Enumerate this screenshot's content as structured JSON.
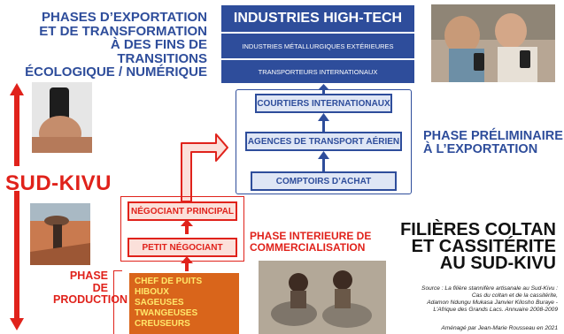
{
  "phase_export": {
    "title_lines": [
      "PHASES D’EXPORTATION",
      "ET DE TRANSFORMATION",
      "À DES FINS DE TRANSITIONS",
      "ÉCOLOGIQUE / NUMÉRIQUE"
    ],
    "top_box": "INDUSTRIES HIGH-TECH",
    "mid_box": "INDUSTRIES MÉTALLURGIQUES EXTÉRIEURES",
    "bottom_box": "TRANSPORTEURS INTERNATIONAUX"
  },
  "phase_preliminary": {
    "title_lines": [
      "PHASE PRÉLIMINAIRE",
      "À L’EXPORTATION"
    ],
    "boxes": [
      "COURTIERS INTERNATIONAUX",
      "AGENCES DE TRANSPORT AÉRIEN",
      "COMPTOIRS D’ACHAT"
    ]
  },
  "region_label": "SUD-KIVU",
  "phase_interior": {
    "title_lines": [
      "PHASE INTERIEURE DE",
      "COMMERCIALISATION"
    ],
    "boxes": [
      "NÉGOCIANT PRINCIPAL",
      "PETIT NÉGOCIANT"
    ]
  },
  "phase_production": {
    "title_lines": [
      "PHASE DE",
      "PRODUCTION"
    ],
    "actors": [
      "CHEF DE PUITS",
      "HIBOUX",
      "SAGEUSES",
      "TWANGEUSES",
      "CREUSEURS"
    ]
  },
  "main_title_lines": [
    "FILIÈRES COLTAN",
    "ET CASSITÉRITE",
    "AU SUD-KIVU"
  ],
  "source_lines": [
    "Source : La filière stannifère artisanale au Sud-Kivu :",
    "Cas du coltan et de la cassitérite,",
    "Adamon Ndungu Mukasa Janvier Kilosho Buraye -",
    "L'Afrique des Grands Lacs. Annuaire 2008-2009"
  ],
  "credit": "Aménagé par Jean-Marie Rousseau en 2021",
  "colors": {
    "blue": "#2e4d9b",
    "red": "#e0221b",
    "orange": "#d9651b"
  }
}
